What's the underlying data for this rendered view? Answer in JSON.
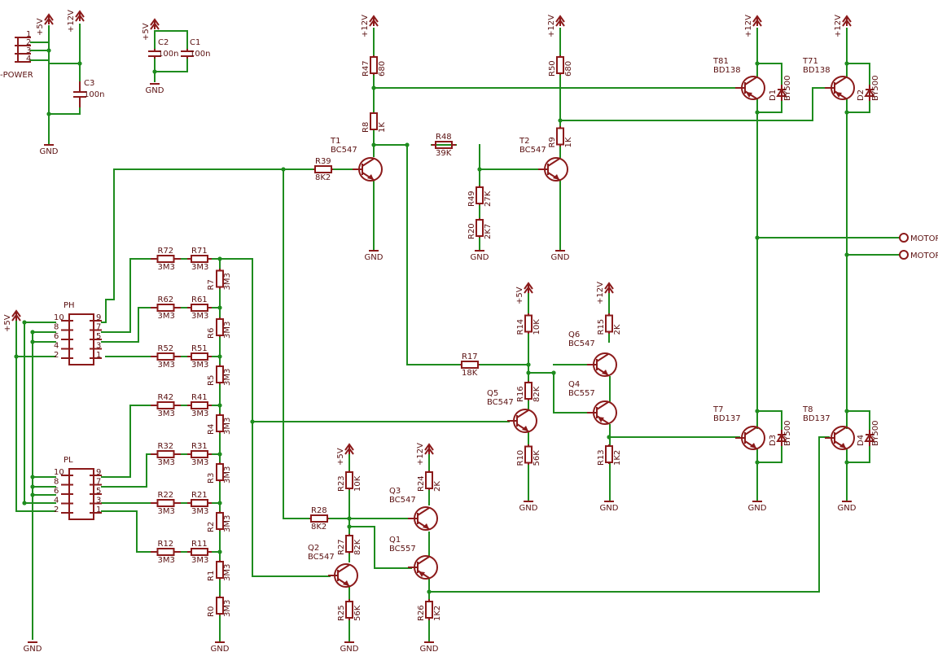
{
  "labels": {
    "v5": "+5V",
    "v12": "+12V",
    "gnd": "GND",
    "power": "-POWER",
    "motor": "MOTOR"
  },
  "resistors": [
    {
      "name": "R47",
      "value": "680"
    },
    {
      "name": "R8",
      "value": "1K"
    },
    {
      "name": "R50",
      "value": "680"
    },
    {
      "name": "R9",
      "value": "1K"
    },
    {
      "name": "R39",
      "value": "8K2"
    },
    {
      "name": "R48",
      "value": "39K"
    },
    {
      "name": "R49",
      "value": "27K"
    },
    {
      "name": "R20",
      "value": "2K7"
    },
    {
      "name": "R72",
      "value": "3M3"
    },
    {
      "name": "R71",
      "value": "3M3"
    },
    {
      "name": "R62",
      "value": "3M3"
    },
    {
      "name": "R61",
      "value": "3M3"
    },
    {
      "name": "R52",
      "value": "3M3"
    },
    {
      "name": "R51",
      "value": "3M3"
    },
    {
      "name": "R42",
      "value": "3M3"
    },
    {
      "name": "R41",
      "value": "3M3"
    },
    {
      "name": "R32",
      "value": "3M3"
    },
    {
      "name": "R31",
      "value": "3M3"
    },
    {
      "name": "R22",
      "value": "3M3"
    },
    {
      "name": "R21",
      "value": "3M3"
    },
    {
      "name": "R12",
      "value": "3M3"
    },
    {
      "name": "R11",
      "value": "3M3"
    },
    {
      "name": "R7",
      "value": "3M3"
    },
    {
      "name": "R6",
      "value": "3M3"
    },
    {
      "name": "R5",
      "value": "3M3"
    },
    {
      "name": "R4",
      "value": "3M3"
    },
    {
      "name": "R3",
      "value": "3M3"
    },
    {
      "name": "R2",
      "value": "3M3"
    },
    {
      "name": "R1",
      "value": "3M3"
    },
    {
      "name": "R0",
      "value": "3M3"
    },
    {
      "name": "R14",
      "value": "10K"
    },
    {
      "name": "R15",
      "value": "2K"
    },
    {
      "name": "R17",
      "value": "18K"
    },
    {
      "name": "R16",
      "value": "82K"
    },
    {
      "name": "R10",
      "value": "56K"
    },
    {
      "name": "R13",
      "value": "1K2"
    },
    {
      "name": "R23",
      "value": "10K"
    },
    {
      "name": "R24",
      "value": "2K"
    },
    {
      "name": "R28",
      "value": "8K2"
    },
    {
      "name": "R27",
      "value": "82K"
    },
    {
      "name": "R25",
      "value": "56K"
    },
    {
      "name": "R26",
      "value": "1K2"
    }
  ],
  "transistors": [
    {
      "name": "T1",
      "type": "BC547"
    },
    {
      "name": "T2",
      "type": "BC547"
    },
    {
      "name": "T81",
      "type": "BD138"
    },
    {
      "name": "T71",
      "type": "BD138"
    },
    {
      "name": "T7",
      "type": "BD137"
    },
    {
      "name": "T8",
      "type": "BD137"
    },
    {
      "name": "Q6",
      "type": "BC547"
    },
    {
      "name": "Q4",
      "type": "BC557"
    },
    {
      "name": "Q5",
      "type": "BC547"
    },
    {
      "name": "Q3",
      "type": "BC547"
    },
    {
      "name": "Q1",
      "type": "BC557"
    },
    {
      "name": "Q2",
      "type": "BC547"
    }
  ],
  "diodes": [
    {
      "name": "D1",
      "type": "BY500"
    },
    {
      "name": "D2",
      "type": "BY500"
    },
    {
      "name": "D3",
      "type": "BY500"
    },
    {
      "name": "D4",
      "type": "BY500"
    }
  ],
  "capacitors": [
    {
      "name": "C2",
      "value": "100n"
    },
    {
      "name": "C1",
      "value": "100n"
    },
    {
      "name": "C3",
      "value": "100n"
    }
  ],
  "connectors": [
    {
      "name": "PH",
      "pins": [
        "10",
        "9",
        "8",
        "7",
        "6",
        "5",
        "4",
        "3",
        "2",
        "1"
      ]
    },
    {
      "name": "PL",
      "pins": [
        "10",
        "9",
        "8",
        "7",
        "6",
        "5",
        "4",
        "3",
        "2",
        "1"
      ]
    },
    {
      "name": "POWER",
      "pins": [
        "1",
        "2",
        "3",
        "4"
      ]
    }
  ]
}
